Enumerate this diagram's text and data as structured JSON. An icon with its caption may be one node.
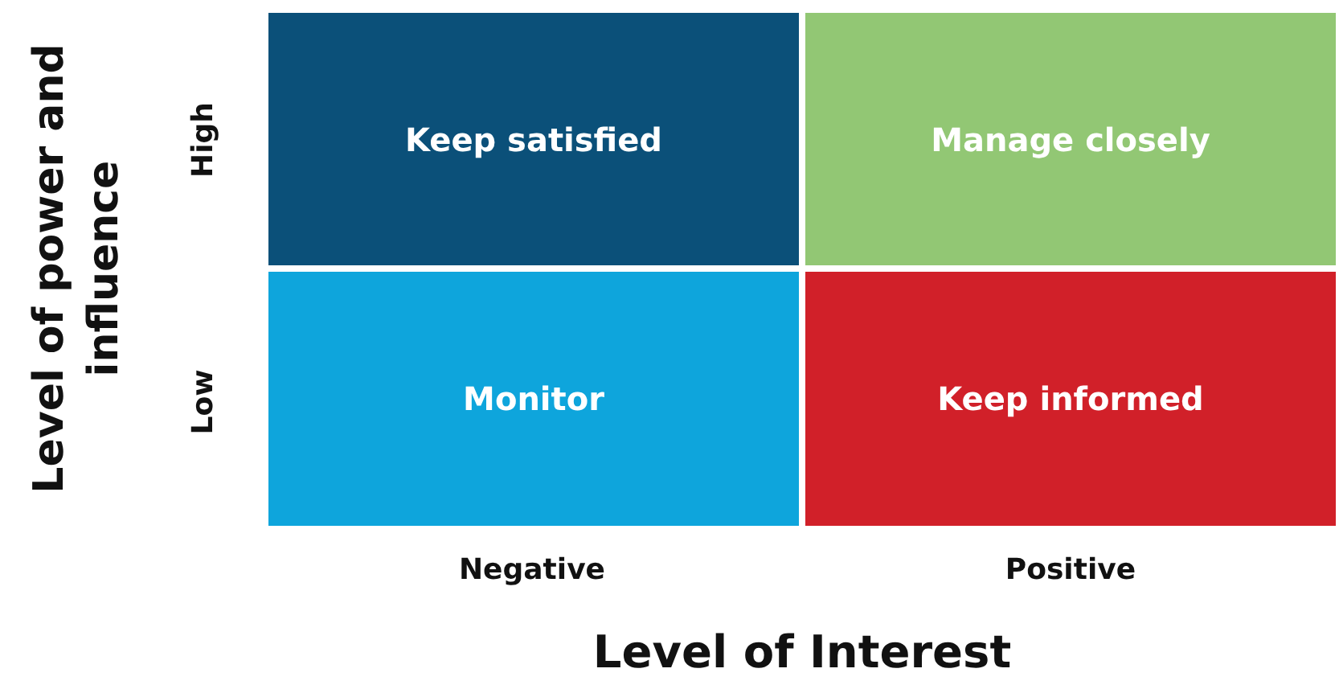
{
  "diagram": {
    "nodes": [
      {
        "text": [
          "Keep satisfied"
        ]
      },
      {
        "text": [
          "Manage closely"
        ]
      },
      {
        "text": [
          "Monitor"
        ]
      },
      {
        "text": [
          "Keep informed"
        ]
      }
    ],
    "labels": [
      "Level of power and influence",
      "High",
      "Low",
      "Negative",
      "Positive",
      "Level of Interest"
    ]
  }
}
